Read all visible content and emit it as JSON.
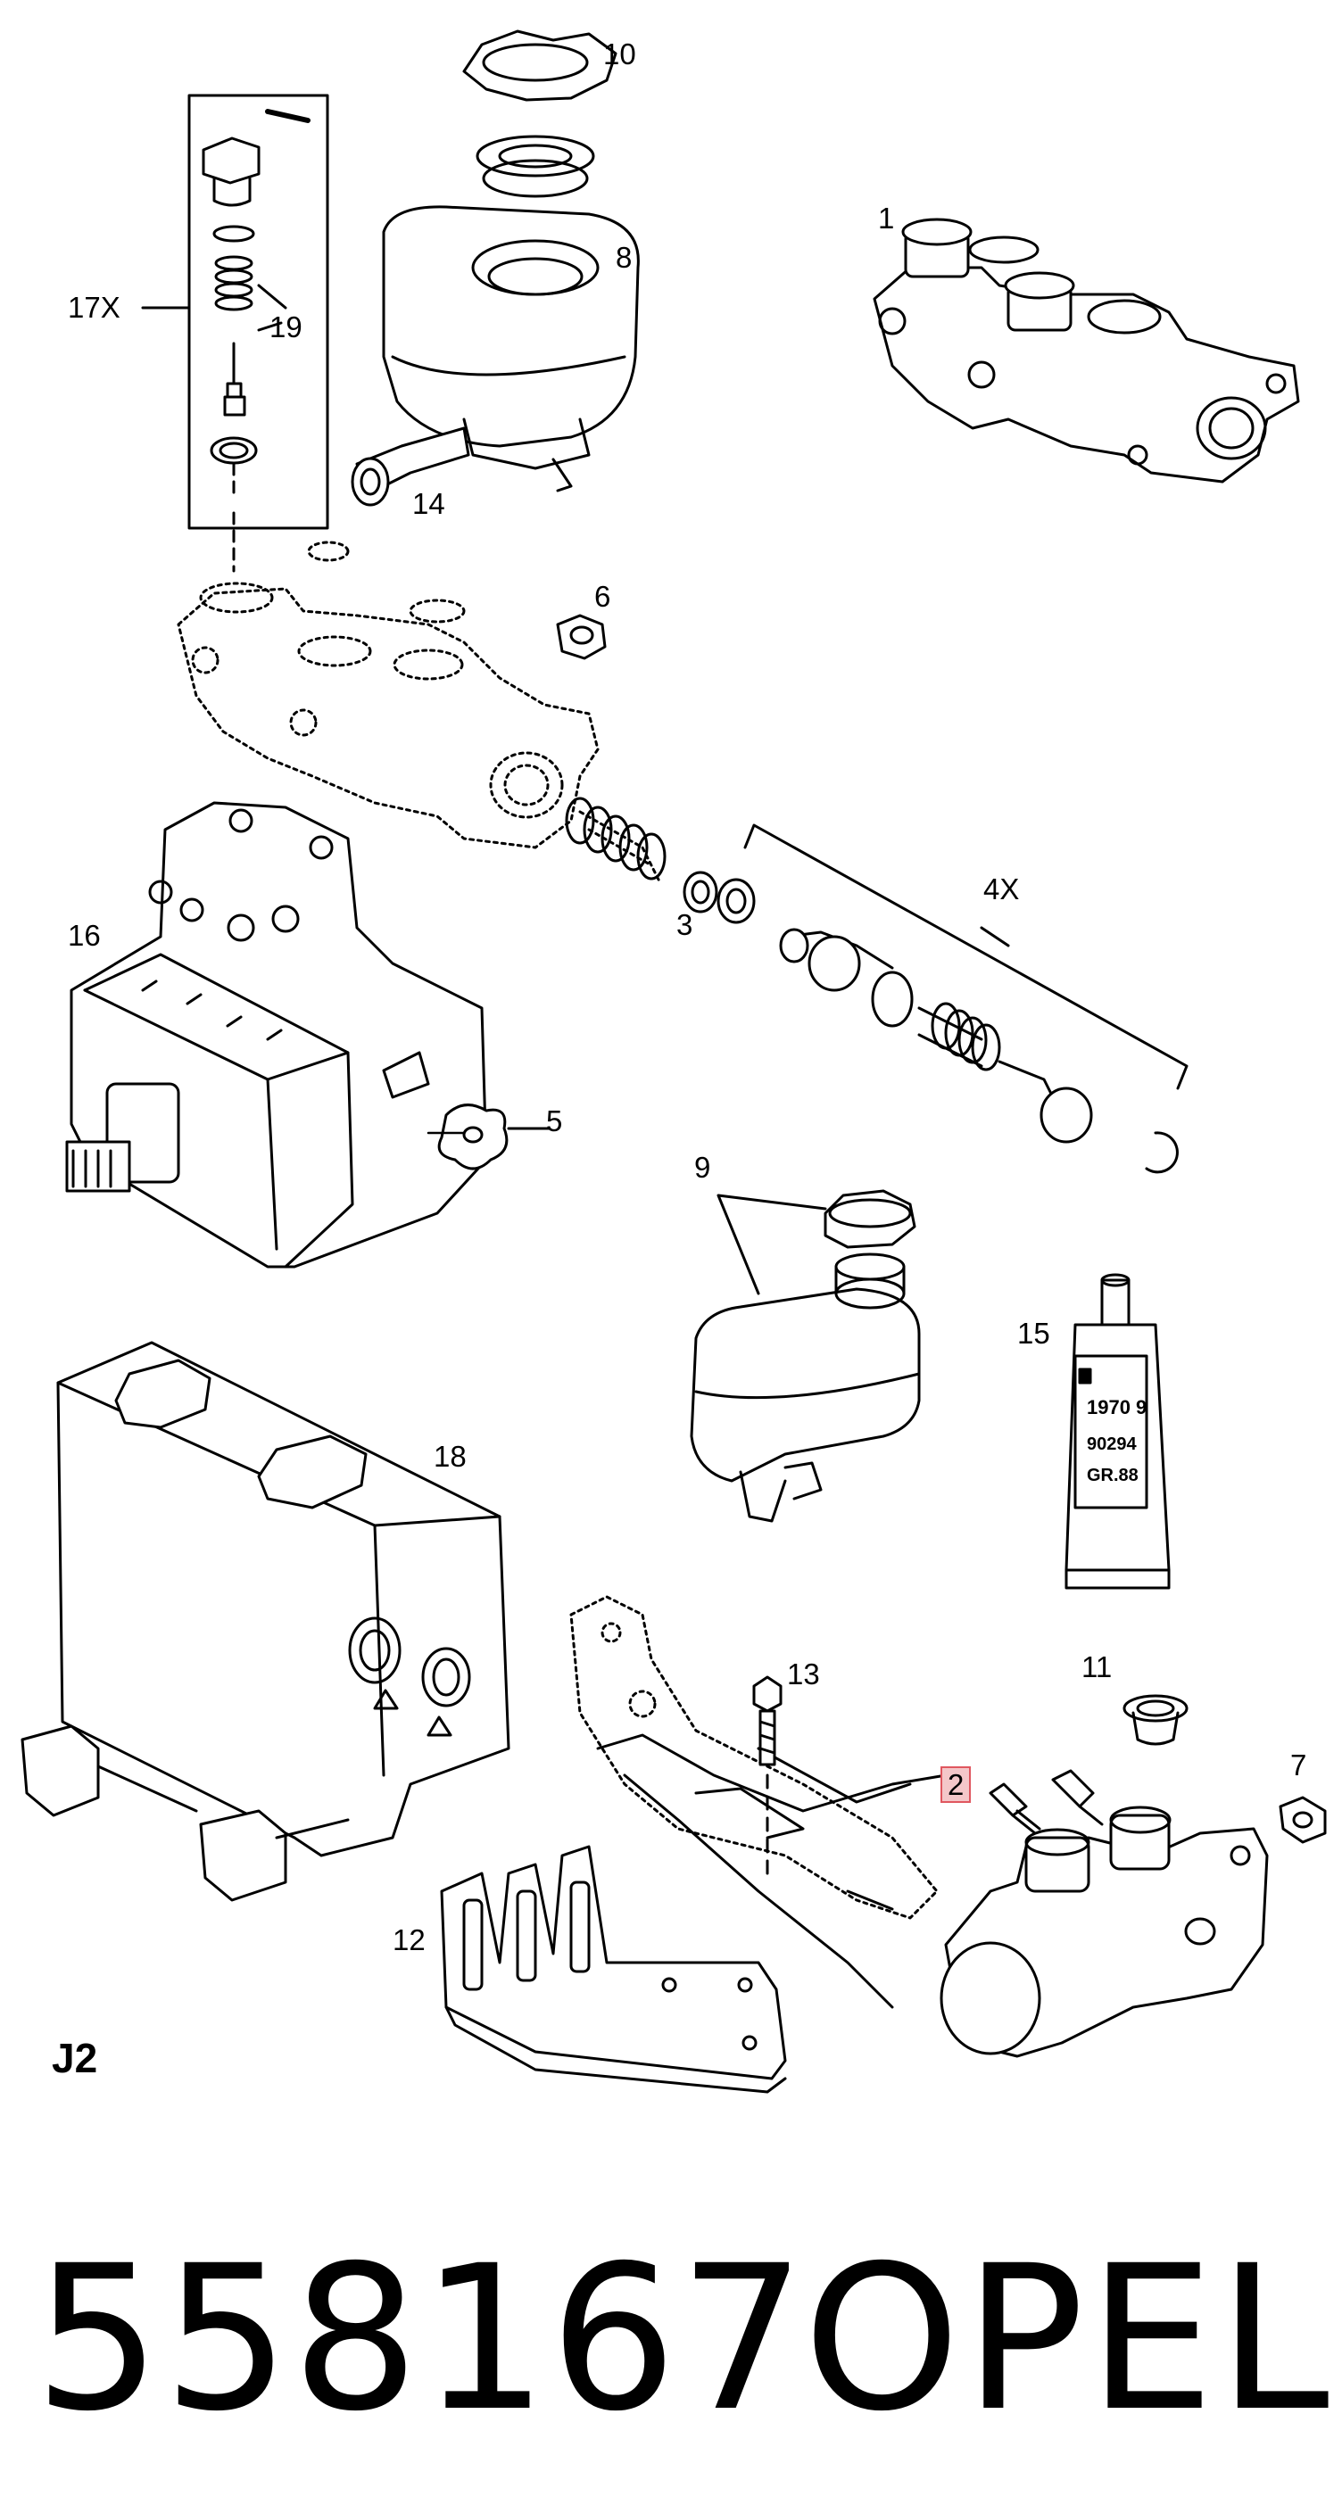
{
  "diagram": {
    "callouts": [
      {
        "id": "c10",
        "label": "10"
      },
      {
        "id": "c1",
        "label": "1"
      },
      {
        "id": "c8",
        "label": "8"
      },
      {
        "id": "c17x",
        "label": "17X"
      },
      {
        "id": "c19",
        "label": "19"
      },
      {
        "id": "c14",
        "label": "14"
      },
      {
        "id": "c6",
        "label": "6"
      },
      {
        "id": "c16",
        "label": "16"
      },
      {
        "id": "c3",
        "label": "3"
      },
      {
        "id": "c4x",
        "label": "4X"
      },
      {
        "id": "c5",
        "label": "5"
      },
      {
        "id": "c9",
        "label": "9"
      },
      {
        "id": "c15",
        "label": "15"
      },
      {
        "id": "c18",
        "label": "18"
      },
      {
        "id": "c13",
        "label": "13"
      },
      {
        "id": "c11",
        "label": "11"
      },
      {
        "id": "c2",
        "label": "2"
      },
      {
        "id": "c7",
        "label": "7"
      },
      {
        "id": "c12",
        "label": "12"
      }
    ],
    "tube_text": [
      "1970 9",
      "90294",
      "GR.88"
    ],
    "diagram_code": "J2"
  },
  "footer": {
    "part_number": "558167",
    "brand": "OPEL"
  },
  "colors": {
    "line": "#000000",
    "background": "#ffffff",
    "highlight_border": "#e0575f",
    "highlight_fill": "#f4c7c9"
  }
}
